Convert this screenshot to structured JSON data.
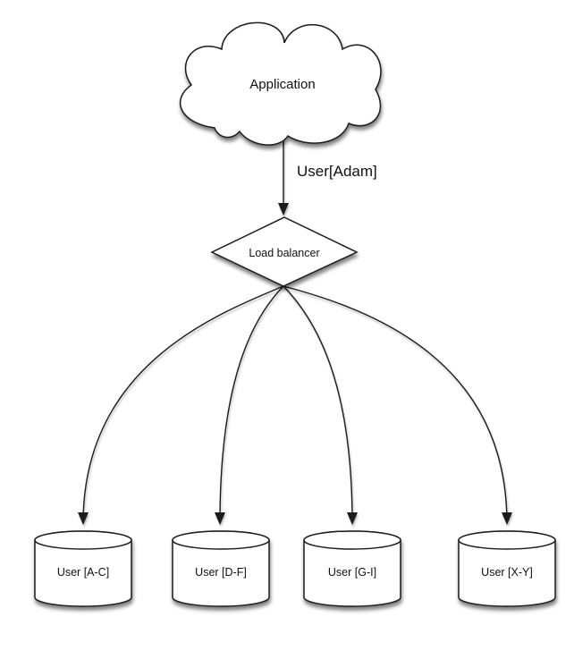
{
  "diagram": {
    "type": "flow-diagram",
    "background": "#ffffff",
    "shape_fill": "#ffffff",
    "stroke_color": "#1a1a1a",
    "text_color": "#111111",
    "nodes": {
      "application": {
        "label": "Application",
        "shape": "cloud"
      },
      "load_balancer": {
        "label": "Load balancer",
        "shape": "diamond"
      },
      "shards": [
        {
          "label": "User [A-C]",
          "shape": "cylinder"
        },
        {
          "label": "User [D-F]",
          "shape": "cylinder"
        },
        {
          "label": "User [G-I]",
          "shape": "cylinder"
        },
        {
          "label": "User [X-Y]",
          "shape": "cylinder"
        }
      ]
    },
    "edges": [
      {
        "from": "application",
        "to": "load_balancer",
        "label": "User[Adam]",
        "style": "straight-arrow"
      },
      {
        "from": "load_balancer",
        "to": "shard-0",
        "label": "",
        "style": "curved-arrow"
      },
      {
        "from": "load_balancer",
        "to": "shard-1",
        "label": "",
        "style": "curved-arrow"
      },
      {
        "from": "load_balancer",
        "to": "shard-2",
        "label": "",
        "style": "curved-arrow"
      },
      {
        "from": "load_balancer",
        "to": "shard-3",
        "label": "",
        "style": "curved-arrow"
      }
    ]
  }
}
